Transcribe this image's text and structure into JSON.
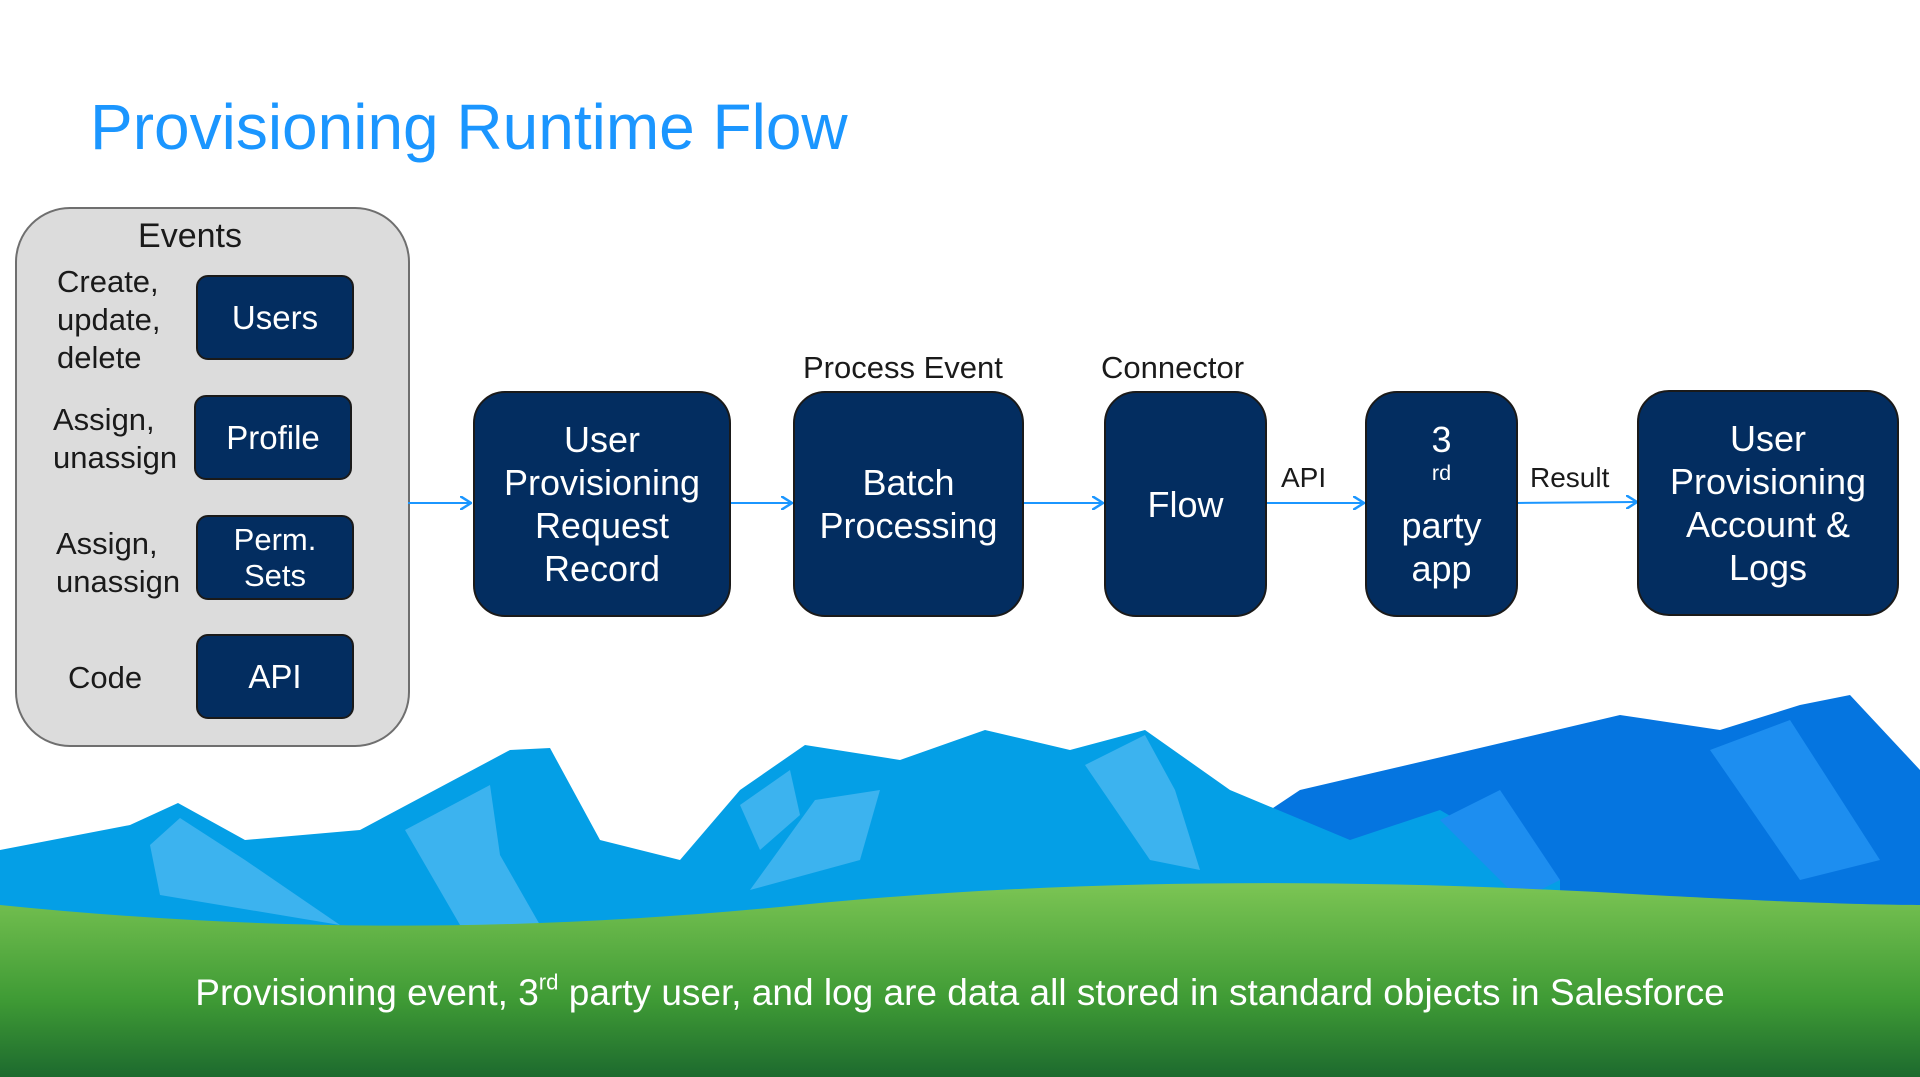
{
  "title": "Provisioning Runtime Flow",
  "events": {
    "heading": "Events",
    "rows": [
      {
        "action": "Create,\nupdate,\ndelete",
        "target": "Users"
      },
      {
        "action": "Assign,\nunassign",
        "target": "Profile"
      },
      {
        "action": "Assign,\nunassign",
        "target": "Perm.\nSets"
      },
      {
        "action": "Code",
        "target": "API"
      }
    ]
  },
  "flow": {
    "request_record": "User\nProvisioning\nRequest\nRecord",
    "batch_label": "Process Event",
    "batch": "Batch\nProcessing",
    "connector_label": "Connector",
    "connector": "Flow",
    "api_label": "API",
    "third_party_prefix": "3",
    "third_party_sup": "rd",
    "third_party_rest": "party\napp",
    "result_label": "Result",
    "account_logs": "User\nProvisioning\nAccount &\nLogs"
  },
  "footer": {
    "pre": "Provisioning event, 3",
    "sup": "rd",
    "post": " party user, and log are data all stored  in standard objects in Salesforce"
  },
  "colors": {
    "title": "#1b96ff",
    "box": "#032d60",
    "arrow": "#1b96ff",
    "panel": "#dcdcdc",
    "mountain": "#0b9fe8",
    "grass": "#5cb43a"
  }
}
